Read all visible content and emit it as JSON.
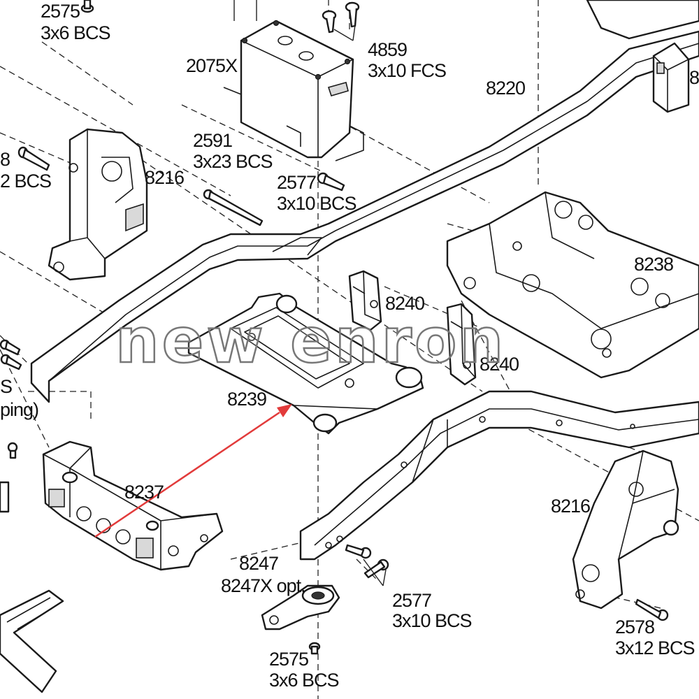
{
  "watermark": "new enron",
  "arrow_color": "#e23b3b",
  "line_color": "#1a1a1a",
  "callouts": {
    "screw_2575_top": {
      "part": "2575",
      "spec": "3x6 BCS"
    },
    "screw_4859": {
      "part": "4859",
      "spec": "3x10 FCS"
    },
    "servo": {
      "part": "2075X"
    },
    "frame_rail": {
      "part": "8220"
    },
    "screw_left_clip": {
      "part": "8",
      "spec": "2 BCS"
    },
    "shock_tower_left": {
      "part": "8216"
    },
    "screw_2591": {
      "part": "2591",
      "spec": "3x23 BCS"
    },
    "screw_2577_mid": {
      "part": "2577",
      "spec": "3x10 BCS"
    },
    "skid_plate": {
      "part": "8238"
    },
    "clip_upper": {
      "part": "8240"
    },
    "clip_lower": {
      "part": "8240"
    },
    "servo_mount": {
      "part": "8239"
    },
    "left_fragment": {
      "line1": "S",
      "line2": "ping)"
    },
    "bumper_mount": {
      "part": "8237"
    },
    "shock_tower_right": {
      "part": "8216"
    },
    "servo_horn": {
      "part": "8247",
      "option": "8247X opt."
    },
    "screw_2577_bottom": {
      "part": "2577",
      "spec": "3x10 BCS"
    },
    "screw_2578": {
      "part": "2578",
      "spec": "3x12 BCS"
    },
    "screw_2575_bottom": {
      "part": "2575",
      "spec": "3x6 BCS"
    },
    "right_top_fragment": {
      "part": "8"
    }
  }
}
